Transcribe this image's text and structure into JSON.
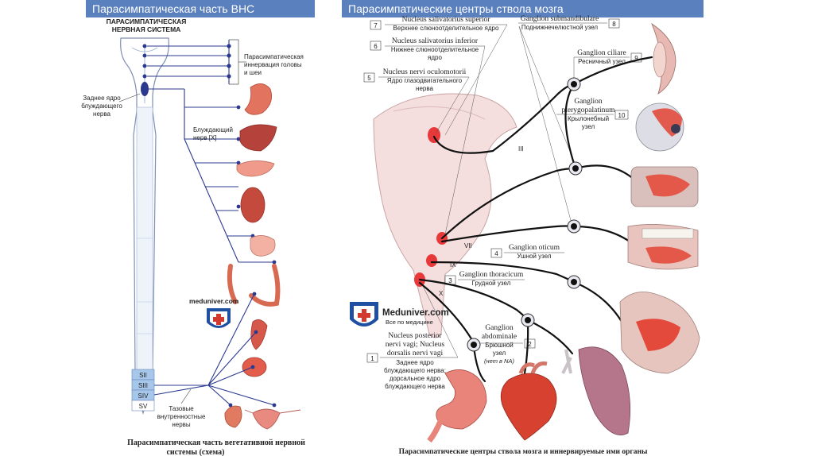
{
  "left_panel": {
    "header": "Парасимпатическая часть ВНС",
    "subheader_line1": "ПАРАСИМПАТИЧЕСКАЯ",
    "subheader_line2": "НЕРВНАЯ СИСТЕМА",
    "label_head_neck_1": "Парасимпатическая",
    "label_head_neck_2": "иннервация головы",
    "label_head_neck_3": "и шеи",
    "label_vagus_nucleus_1": "Заднее ядро",
    "label_vagus_nucleus_2": "блуждающего",
    "label_vagus_nucleus_3": "нерва",
    "label_vagus_nerve_1": "Блуждающий",
    "label_vagus_nerve_2": "нерв [X]",
    "sacral_segments": [
      "SII",
      "SIII",
      "SIV",
      "SV"
    ],
    "label_pelvic_1": "Тазовые",
    "label_pelvic_2": "внутренностные",
    "label_pelvic_3": "нервы",
    "watermark": "meduniver.com",
    "caption_line1": "Парасимпатическая часть вегетативной нервной",
    "caption_line2": "системы (схема)"
  },
  "right_panel": {
    "header": "Парасимпатические центры ствола мозга",
    "logo_title": "Meduniver.com",
    "logo_subtitle": "Все по медицине",
    "callouts": [
      {
        "num": "7",
        "latin": "Nucleus salivatorius superior",
        "ru": "Верхнее слюноотделительное ядро"
      },
      {
        "num": "6",
        "latin": "Nucleus salivatorius inferior",
        "ru": "Нижнее слюноотделительное",
        "ru2": "ядро"
      },
      {
        "num": "5",
        "latin": "Nucleus nervi oculomotorii",
        "ru": "Ядро глазодвигательного",
        "ru2": "нерва"
      },
      {
        "num": "8",
        "latin": "Ganglion submandibulare",
        "ru": "Поднижнечелюстной узел"
      },
      {
        "num": "9",
        "latin": "Ganglion ciliare",
        "ru": "Ресничный узел"
      },
      {
        "num": "10",
        "latin": "Ganglion",
        "latin2": "pterygopalatinum",
        "ru": "Крылонебный",
        "ru2": "узел"
      },
      {
        "num": "4",
        "latin": "Ganglion oticum",
        "ru": "Ушной узел"
      },
      {
        "num": "3",
        "latin": "Ganglion thoracicum",
        "ru": "Грудной узел"
      },
      {
        "num": "2",
        "latin": "Ganglion",
        "latin2": "abdominale",
        "ru": "Брюшной",
        "ru2": "узел",
        "note": "(нет в NA)"
      },
      {
        "num": "1",
        "latin": "Nucleus posterior",
        "latin2": "nervi vagi; Nucleus",
        "latin3": "dorsalis nervi vagi",
        "ru": "Заднее ядро",
        "ru2": "блуждающего нерва;",
        "ru3": "дорсальное ядро",
        "ru4": "блуждающего нерва"
      }
    ],
    "nerve_labels": [
      "III",
      "VII",
      "IX",
      "X"
    ],
    "caption": "Парасимпатические центры ствола мозга и иннервируемые ими органы"
  },
  "colors": {
    "header_bg": "#5b80be",
    "nerve_line": "#2b3a8f",
    "organ_red": "#e0564a",
    "spinal_blue": "#9fc4e8",
    "ganglion": "#1a1a3a"
  }
}
